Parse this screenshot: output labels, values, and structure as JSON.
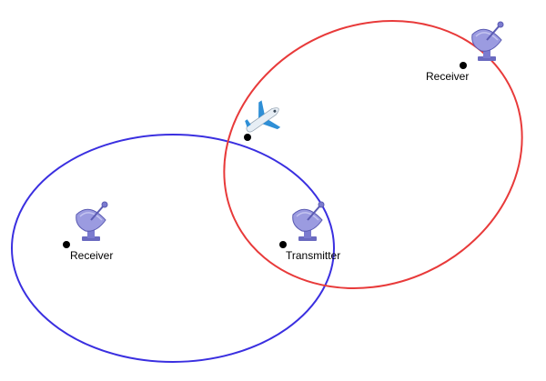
{
  "colors": {
    "blue_ellipse": "#3a2fe0",
    "red_ellipse": "#e83a3a",
    "dish": "#8f8fd9",
    "dish_dark": "#5b5bb3",
    "point": "#000000",
    "plane_body": "#e7eef5",
    "plane_wing": "#2f8fd6"
  },
  "labels": {
    "receiver_left": "Receiver",
    "transmitter": "Transmitter",
    "receiver_right": "Receiver"
  },
  "icons": {
    "dish": "satellite-dish-icon",
    "plane": "airplane-icon"
  }
}
